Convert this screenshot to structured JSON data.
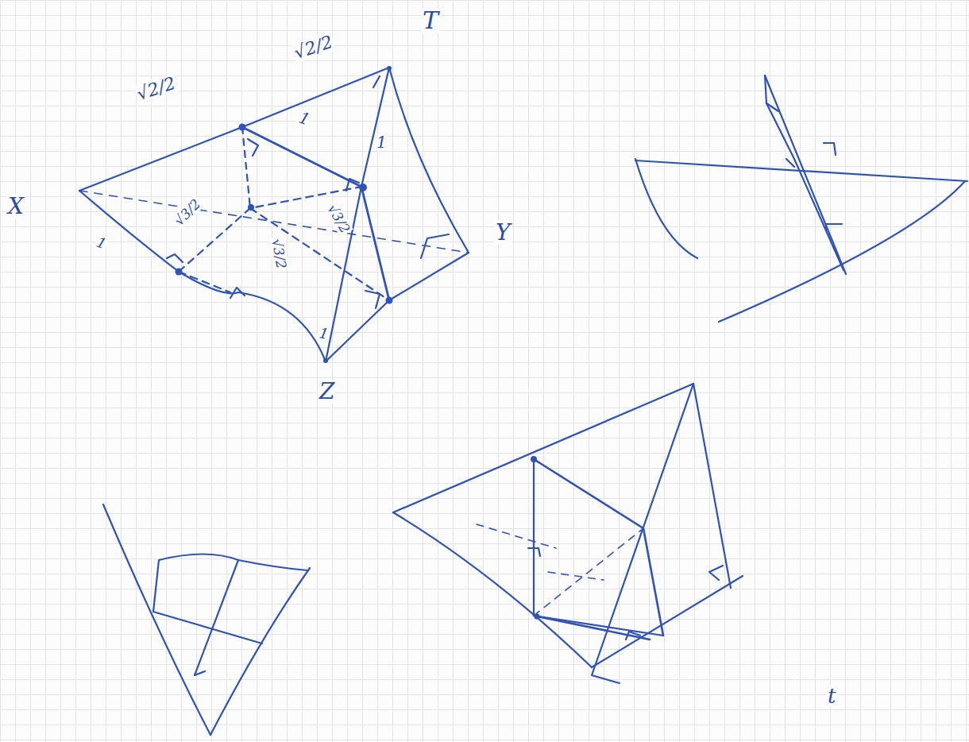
{
  "diagram": {
    "labels": [
      "√2/2",
      "√2/2",
      "T",
      "X",
      "Y",
      "Z",
      "1",
      "1",
      "1",
      "√3/2",
      "√3/2",
      "√3/2",
      "1",
      "t"
    ]
  }
}
